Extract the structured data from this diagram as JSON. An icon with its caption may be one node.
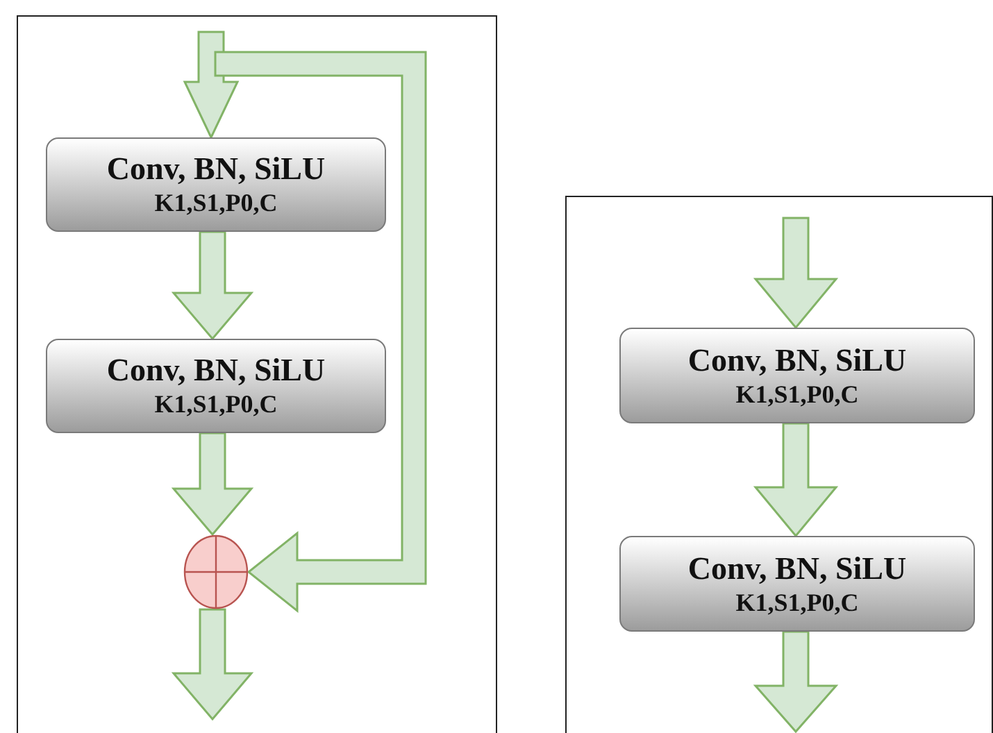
{
  "diagram": {
    "nodes": [
      {
        "text": [],
        "shape": "box"
      },
      {
        "text": [
          "Conv, BN, SiLU",
          "K1,S1,P0,C"
        ],
        "in": 0
      },
      {
        "text": [
          "Conv, BN, SiLU",
          "K1,S1,P0,C"
        ],
        "in": 0
      },
      {
        "text": [],
        "shape": "circle",
        "in": 0
      },
      {
        "text": [],
        "shape": "box"
      },
      {
        "text": [
          "Conv, BN, SiLU",
          "K1,S1,P0,C"
        ],
        "in": 4
      },
      {
        "text": [
          "Conv, BN, SiLU",
          "K1,S1,P0,C"
        ],
        "in": 4
      }
    ],
    "edges": [
      {
        "from": null,
        "to": 1,
        "arrow": "to"
      },
      {
        "from": null,
        "to": 3,
        "arrow": "to"
      },
      {
        "from": 1,
        "to": 2,
        "arrow": "to"
      },
      {
        "from": 2,
        "to": 3,
        "arrow": "to"
      },
      {
        "from": 3,
        "to": null,
        "arrow": "to"
      },
      {
        "from": null,
        "to": 5,
        "arrow": "to"
      },
      {
        "from": 5,
        "to": 6,
        "arrow": "to"
      },
      {
        "from": 6,
        "to": null,
        "arrow": "to"
      }
    ]
  }
}
